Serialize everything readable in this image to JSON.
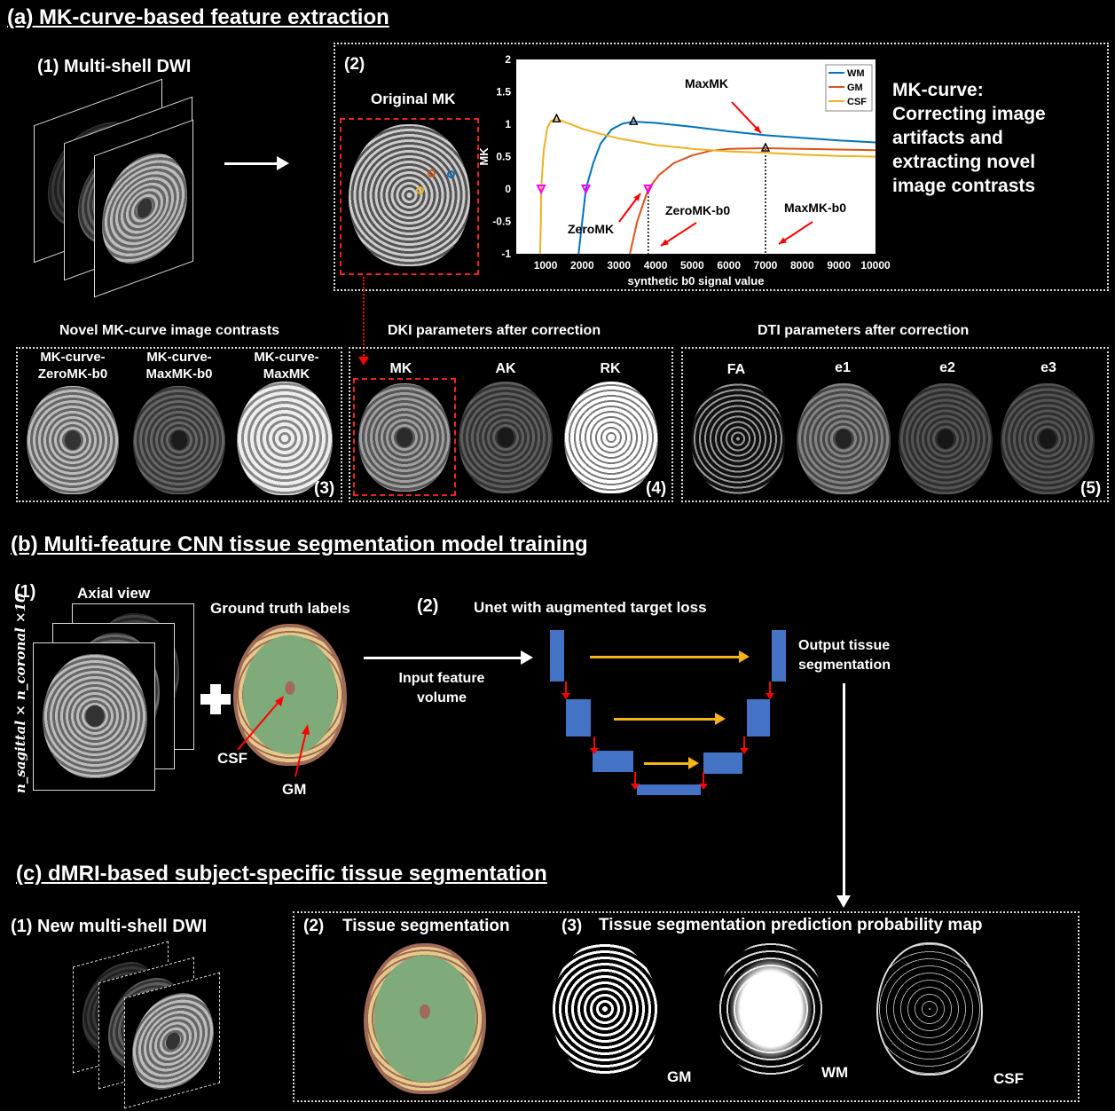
{
  "section_a": {
    "title": "(a) MK-curve-based feature extraction",
    "step1": "(1) Multi-shell DWI",
    "step2": "(2)",
    "original_mk": "Original MK",
    "mkcurve_text": [
      "MK-curve:",
      "Correcting image",
      "artifacts and",
      "extracting novel",
      "image contrasts"
    ],
    "row_titles": [
      "Novel MK-curve image contrasts",
      "DKI parameters after correction",
      "DTI parameters after correction"
    ],
    "novel_labels": [
      "MK-curve-\nZeroMK-b0",
      "MK-curve-\nMaxMK-b0",
      "MK-curve-\nMaxMK"
    ],
    "dki_labels": [
      "MK",
      "AK",
      "RK"
    ],
    "dti_labels": [
      "FA",
      "e1",
      "e2",
      "e3"
    ],
    "box_numbers": [
      "(3)",
      "(4)",
      "(5)"
    ]
  },
  "chart_data": {
    "type": "line",
    "xlabel": "synthetic b0 signal value",
    "ylabel": "MK",
    "xlim": [
      200,
      10000
    ],
    "ylim": [
      -1,
      2
    ],
    "xticks": [
      1000,
      2000,
      3000,
      4000,
      5000,
      6000,
      7000,
      8000,
      9000,
      10000
    ],
    "yticks": [
      2,
      1.5,
      1,
      0.5,
      0,
      -0.5,
      -1
    ],
    "legend_position": "top-right",
    "series": [
      {
        "name": "WM",
        "color": "#0072bd",
        "x": [
          1900,
          2000,
          2100,
          2300,
          2500,
          2800,
          3100,
          3400,
          4000,
          5000,
          6000,
          7000,
          8000,
          9000,
          10000
        ],
        "y": [
          -1,
          -0.5,
          0,
          0.4,
          0.7,
          0.92,
          1.01,
          1.04,
          1.02,
          0.96,
          0.89,
          0.83,
          0.79,
          0.75,
          0.72
        ]
      },
      {
        "name": "GM",
        "color": "#d95319",
        "x": [
          3300,
          3500,
          3800,
          4100,
          4500,
          5000,
          5500,
          6000,
          7000,
          8000,
          9000,
          10000
        ],
        "y": [
          -1,
          -0.5,
          0,
          0.22,
          0.4,
          0.52,
          0.59,
          0.62,
          0.63,
          0.62,
          0.61,
          0.6
        ]
      },
      {
        "name": "CSF",
        "color": "#edb120",
        "x": [
          850,
          870,
          880,
          950,
          1050,
          1150,
          1300,
          1600,
          2000,
          2500,
          3000,
          4000,
          5000,
          6000,
          7000,
          8000,
          9000,
          10000
        ],
        "y": [
          -1,
          -0.5,
          0,
          0.6,
          0.95,
          1.05,
          1.08,
          1.02,
          0.93,
          0.85,
          0.78,
          0.68,
          0.62,
          0.58,
          0.56,
          0.53,
          0.51,
          0.5
        ]
      }
    ],
    "max_markers": [
      {
        "x": 1300,
        "y": 1.08
      },
      {
        "x": 3400,
        "y": 1.04
      },
      {
        "x": 7000,
        "y": 0.63
      }
    ],
    "zero_markers": [
      {
        "x": 880,
        "y": 0
      },
      {
        "x": 2100,
        "y": 0
      },
      {
        "x": 3800,
        "y": 0
      }
    ],
    "annotations": [
      "MaxMK",
      "ZeroMK",
      "ZeroMK-b0",
      "MaxMK-b0"
    ]
  },
  "section_b": {
    "title": "(b) Multi-feature CNN tissue segmentation model training",
    "step1": "(1)",
    "axial_view": "Axial view",
    "dims": "n_sagittal × n_coronal ×10",
    "gt_labels": "Ground truth labels",
    "csf": "CSF",
    "gm": "GM",
    "step2": "(2)",
    "unet_title": "Unet with augmented target loss",
    "input_label": [
      "Input feature",
      "volume"
    ],
    "output_label": [
      "Output tissue",
      "segmentation"
    ]
  },
  "section_c": {
    "title": "(c) dMRI-based subject-specific tissue segmentation",
    "step1": "(1) New multi-shell DWI",
    "step2": "(2)",
    "seg_title": "Tissue segmentation",
    "step3": "(3)",
    "prob_title": "Tissue segmentation prediction probability map",
    "prob_labels": [
      "GM",
      "WM",
      "CSF"
    ]
  }
}
